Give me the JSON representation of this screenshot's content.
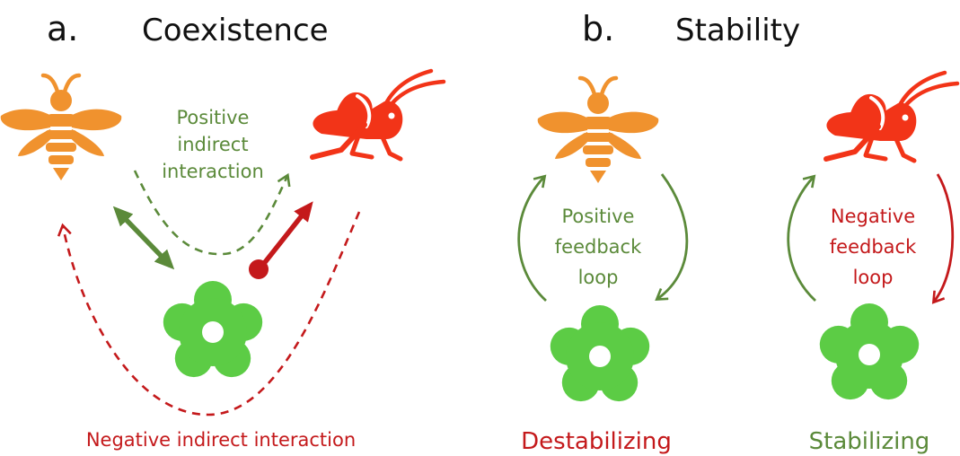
{
  "panel_a": {
    "letter": "a.",
    "title": "Coexistence",
    "positive_label": [
      "Positive",
      "indirect",
      "interaction"
    ],
    "negative_label": "Negative indirect interaction"
  },
  "panel_b": {
    "letter": "b.",
    "title": "Stability",
    "positive_loop_label": [
      "Positive",
      "feedback",
      "loop"
    ],
    "negative_loop_label": [
      "Negative",
      "feedback",
      "loop"
    ],
    "destabilizing_label": "Destabilizing",
    "stabilizing_label": "Stabilizing"
  },
  "colors": {
    "bee": "#f0922e",
    "grasshopper": "#f23418",
    "flower": "#5ccc45",
    "positive": "#5b8a3a",
    "negative": "#c4191b",
    "heading": "#111111"
  },
  "icons": {
    "pollinator": "bee-icon",
    "herbivore": "grasshopper-icon",
    "plant": "flower-icon"
  }
}
